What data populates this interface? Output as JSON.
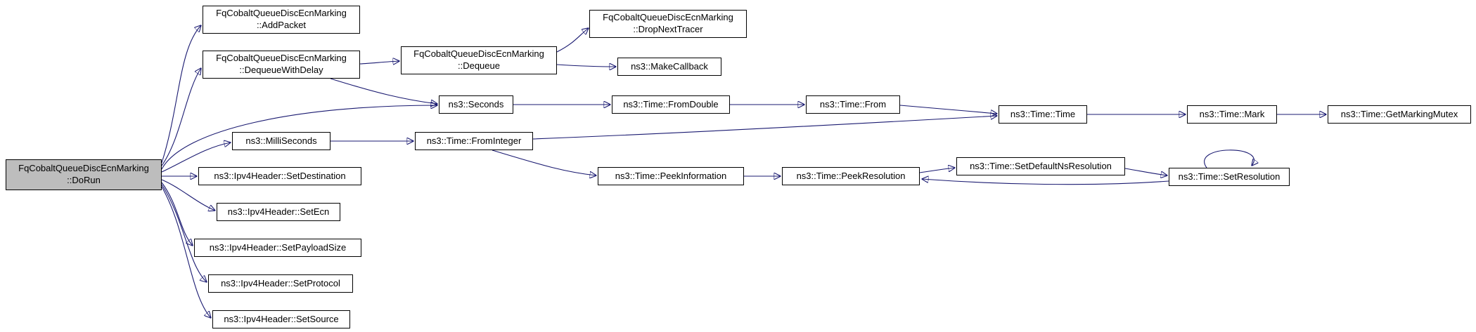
{
  "diagram": {
    "type": "doxygen-call-graph",
    "background_color": "#ffffff",
    "edge_color": "#191970",
    "node_border_color": "#000000",
    "highlight_fill": "#bdbdbd",
    "nodes": [
      {
        "id": "dorun",
        "label": "FqCobaltQueueDiscEcnMarking\n::DoRun",
        "highlighted": true
      },
      {
        "id": "addpacket",
        "label": "FqCobaltQueueDiscEcnMarking\n::AddPacket",
        "highlighted": false
      },
      {
        "id": "dequeuewithdelay",
        "label": "FqCobaltQueueDiscEcnMarking\n::DequeueWithDelay",
        "highlighted": false
      },
      {
        "id": "dequeue",
        "label": "FqCobaltQueueDiscEcnMarking\n::Dequeue",
        "highlighted": false
      },
      {
        "id": "dropnexttracer",
        "label": "FqCobaltQueueDiscEcnMarking\n::DropNextTracer",
        "highlighted": false
      },
      {
        "id": "makecallback",
        "label": "ns3::MakeCallback",
        "highlighted": false
      },
      {
        "id": "seconds",
        "label": "ns3::Seconds",
        "highlighted": false
      },
      {
        "id": "fromdouble",
        "label": "ns3::Time::FromDouble",
        "highlighted": false
      },
      {
        "id": "from",
        "label": "ns3::Time::From",
        "highlighted": false
      },
      {
        "id": "time",
        "label": "ns3::Time::Time",
        "highlighted": false
      },
      {
        "id": "mark",
        "label": "ns3::Time::Mark",
        "highlighted": false
      },
      {
        "id": "getmarkingmutex",
        "label": "ns3::Time::GetMarkingMutex",
        "highlighted": false
      },
      {
        "id": "milliseconds",
        "label": "ns3::MilliSeconds",
        "highlighted": false
      },
      {
        "id": "frominteger",
        "label": "ns3::Time::FromInteger",
        "highlighted": false
      },
      {
        "id": "peekinformation",
        "label": "ns3::Time::PeekInformation",
        "highlighted": false
      },
      {
        "id": "peekresolution",
        "label": "ns3::Time::PeekResolution",
        "highlighted": false
      },
      {
        "id": "setdefaultnsresolution",
        "label": "ns3::Time::SetDefaultNsResolution",
        "highlighted": false
      },
      {
        "id": "setresolution",
        "label": "ns3::Time::SetResolution",
        "highlighted": false
      },
      {
        "id": "setdestination",
        "label": "ns3::Ipv4Header::SetDestination",
        "highlighted": false
      },
      {
        "id": "setecn",
        "label": "ns3::Ipv4Header::SetEcn",
        "highlighted": false
      },
      {
        "id": "setpayloadsize",
        "label": "ns3::Ipv4Header::SetPayloadSize",
        "highlighted": false
      },
      {
        "id": "setprotocol",
        "label": "ns3::Ipv4Header::SetProtocol",
        "highlighted": false
      },
      {
        "id": "setsource",
        "label": "ns3::Ipv4Header::SetSource",
        "highlighted": false
      }
    ],
    "edges": [
      {
        "from": "dorun",
        "to": "addpacket"
      },
      {
        "from": "dorun",
        "to": "dequeuewithdelay"
      },
      {
        "from": "dorun",
        "to": "seconds"
      },
      {
        "from": "dorun",
        "to": "milliseconds"
      },
      {
        "from": "dorun",
        "to": "setdestination"
      },
      {
        "from": "dorun",
        "to": "setecn"
      },
      {
        "from": "dorun",
        "to": "setpayloadsize"
      },
      {
        "from": "dorun",
        "to": "setprotocol"
      },
      {
        "from": "dorun",
        "to": "setsource"
      },
      {
        "from": "dequeuewithdelay",
        "to": "dequeue"
      },
      {
        "from": "dequeuewithdelay",
        "to": "seconds"
      },
      {
        "from": "dequeue",
        "to": "dropnexttracer"
      },
      {
        "from": "dequeue",
        "to": "makecallback"
      },
      {
        "from": "seconds",
        "to": "fromdouble"
      },
      {
        "from": "fromdouble",
        "to": "from"
      },
      {
        "from": "from",
        "to": "time"
      },
      {
        "from": "frominteger",
        "to": "time"
      },
      {
        "from": "time",
        "to": "mark"
      },
      {
        "from": "mark",
        "to": "getmarkingmutex"
      },
      {
        "from": "milliseconds",
        "to": "frominteger"
      },
      {
        "from": "frominteger",
        "to": "peekinformation"
      },
      {
        "from": "peekinformation",
        "to": "peekresolution"
      },
      {
        "from": "peekresolution",
        "to": "setdefaultnsresolution"
      },
      {
        "from": "setdefaultnsresolution",
        "to": "setresolution"
      },
      {
        "from": "setresolution",
        "to": "peekresolution"
      },
      {
        "from": "setresolution",
        "to": "setresolution"
      }
    ]
  }
}
